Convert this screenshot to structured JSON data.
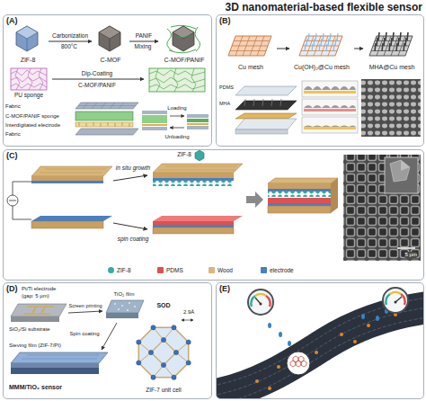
{
  "diagram": {
    "title": "3D nanomaterial-based flexible sensor",
    "nodes": [
      {
        "text": [
          "(A)"
        ]
      },
      {
        "text": [
          "ZIF-8"
        ],
        "in": 0
      },
      {
        "text": [
          "C-MOF"
        ],
        "in": 0
      },
      {
        "text": [
          "C-MOF/PANIF"
        ],
        "in": 0
      },
      {
        "text": [
          "(B)"
        ]
      },
      {
        "text": [
          "Cu mesh"
        ],
        "in": 4
      },
      {
        "text": [
          "Cu(OH)₂@Cu mesh"
        ],
        "in": 4
      },
      {
        "text": [
          "MHA@Cu mesh"
        ],
        "in": 4
      },
      {
        "text": [
          "(C)"
        ]
      },
      {
        "text": [
          "(D)"
        ]
      },
      {
        "text": [
          "(E)"
        ]
      }
    ],
    "edges": [
      {
        "from": 1,
        "to": 2,
        "label": "Carbonization",
        "arrow": "to"
      },
      {
        "from": 2,
        "to": 3,
        "label": "PANIF",
        "arrow": "to"
      },
      {
        "from": 5,
        "to": 6,
        "arrow": "to"
      },
      {
        "from": 6,
        "to": 7,
        "arrow": "to"
      }
    ],
    "labels": [
      "800°C",
      "Mixing",
      "Dip-Coating",
      "C-MOF/PANIF",
      "PU sponge",
      "Fabric",
      "C-MOF/PANIF sponge",
      "Interdigitated electrode",
      "Fabric",
      "Loading",
      "Unloading",
      "PDMS",
      "MHA",
      "ZIF-8",
      "in situ growth",
      "spin coating",
      "5 μm",
      "Pt/Ti electrode",
      "(gap: 5 μm)",
      "SiO₂/Si substrate",
      "Screen printing",
      "TiO₂ film",
      "Spin coating",
      "Sieving film (ZIF-7/PI)",
      "MMM/TiO₂ sensor",
      "SOD",
      "2.9Å",
      "ZIF-7 unit cell"
    ],
    "legend": [
      {
        "text": "ZIF-8",
        "color": "#3aa9a0"
      },
      {
        "text": "PDMS",
        "color": "#e05050"
      },
      {
        "text": "Wood",
        "color": "#d9b67a"
      },
      {
        "text": "electrode",
        "color": "#4a7fc0"
      }
    ]
  }
}
